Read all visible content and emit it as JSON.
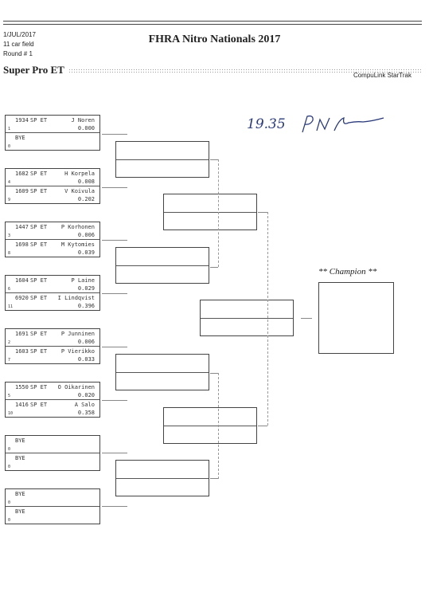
{
  "header": {
    "date": "1/JUL/2017",
    "field": "11 car field",
    "round": "Round # 1",
    "title": "FHRA Nitro Nationals 2017",
    "class_name": "Super Pro ET",
    "vendor": "CompuLink StarTrak"
  },
  "handwriting": {
    "time": "19.35",
    "signature": "P.N."
  },
  "pairs": [
    {
      "top": {
        "num": "1934",
        "cls": "SP ET",
        "name": "J Noren",
        "seed": "1",
        "rt": "0.000"
      },
      "bottom": {
        "num": "",
        "cls": "",
        "name": "BYE",
        "seed": "0",
        "rt": ""
      }
    },
    {
      "top": {
        "num": "1682",
        "cls": "SP ET",
        "name": "H Korpela",
        "seed": "4",
        "rt": "0.008"
      },
      "bottom": {
        "num": "1609",
        "cls": "SP ET",
        "name": "V Koivula",
        "seed": "9",
        "rt": "0.202"
      }
    },
    {
      "top": {
        "num": "1447",
        "cls": "SP ET",
        "name": "P Korhonen",
        "seed": "3",
        "rt": "0.006"
      },
      "bottom": {
        "num": "1698",
        "cls": "SP ET",
        "name": "M Kytomies",
        "seed": "8",
        "rt": "0.039"
      }
    },
    {
      "top": {
        "num": "1604",
        "cls": "SP ET",
        "name": "P Laine",
        "seed": "6",
        "rt": "0.029"
      },
      "bottom": {
        "num": "6920",
        "cls": "SP ET",
        "name": "I Lindqvist",
        "seed": "11",
        "rt": "0.396"
      }
    },
    {
      "top": {
        "num": "1691",
        "cls": "SP ET",
        "name": "P Junninen",
        "seed": "2",
        "rt": "0.006"
      },
      "bottom": {
        "num": "1603",
        "cls": "SP ET",
        "name": "P Vierikko",
        "seed": "7",
        "rt": "0.033"
      }
    },
    {
      "top": {
        "num": "1550",
        "cls": "SP ET",
        "name": "O Oikarinen",
        "seed": "5",
        "rt": "0.020"
      },
      "bottom": {
        "num": "1416",
        "cls": "SP ET",
        "name": "A Salo",
        "seed": "10",
        "rt": "0.358"
      }
    },
    {
      "top": {
        "num": "",
        "cls": "",
        "name": "BYE",
        "seed": "0",
        "rt": ""
      },
      "bottom": {
        "num": "",
        "cls": "",
        "name": "BYE",
        "seed": "0",
        "rt": ""
      }
    },
    {
      "top": {
        "num": "",
        "cls": "",
        "name": "BYE",
        "seed": "0",
        "rt": ""
      },
      "bottom": {
        "num": "",
        "cls": "",
        "name": "BYE",
        "seed": "0",
        "rt": ""
      }
    }
  ],
  "champion_label": "** Champion **"
}
